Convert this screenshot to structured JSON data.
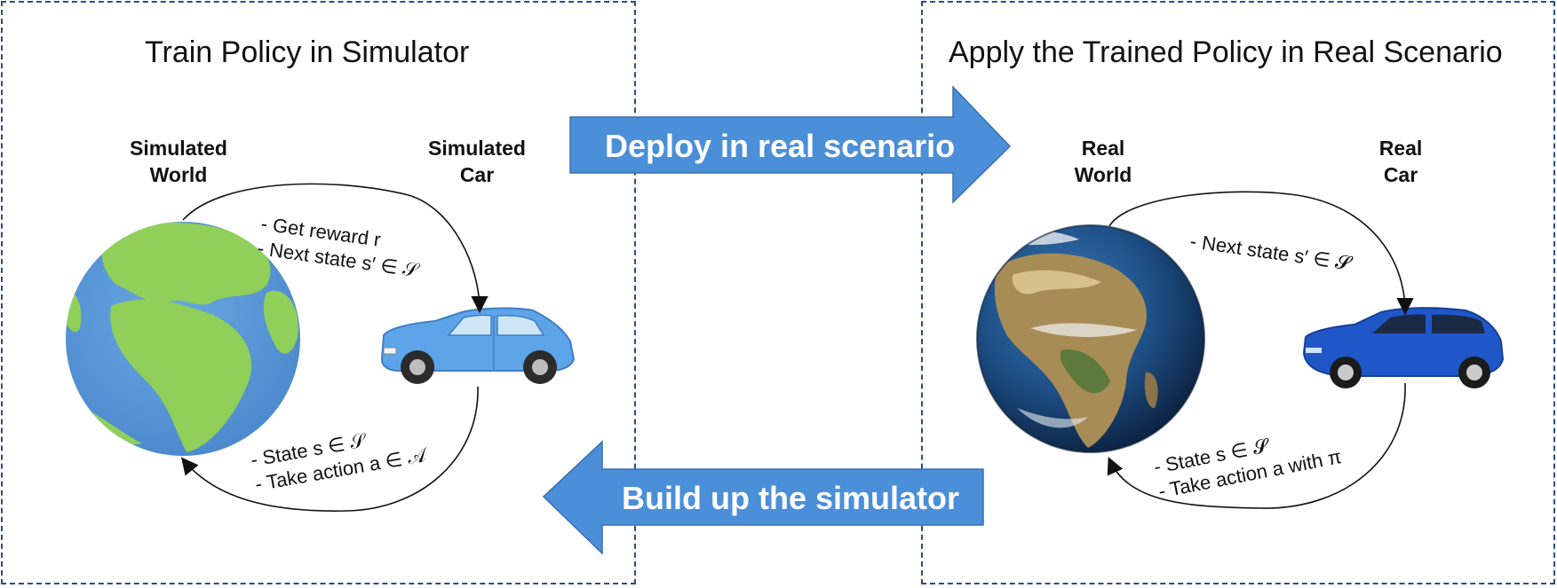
{
  "left_panel": {
    "title": "Train Policy in Simulator",
    "world_label": [
      "Simulated",
      "World"
    ],
    "car_label": [
      "Simulated",
      "Car"
    ],
    "top_note": [
      "- Get reward r",
      "- Next state s′ ∈ 𝒮"
    ],
    "bottom_note": [
      "- State s ∈ 𝒮",
      "- Take action a ∈ 𝒜"
    ]
  },
  "right_panel": {
    "title": "Apply the Trained Policy in Real Scenario",
    "world_label": [
      "Real",
      "World"
    ],
    "car_label": [
      "Real",
      "Car"
    ],
    "top_note": [
      "- Next state s′ ∈ 𝓢"
    ],
    "bottom_note": [
      "- State s ∈ 𝓢",
      "- Take action a with π"
    ]
  },
  "arrows": {
    "deploy": "Deploy in real scenario",
    "build": "Build up the simulator"
  },
  "colors": {
    "border": "#2b4d86",
    "arrow_fill": "#4a8fd8",
    "sim_ocean": "#5b9bd9",
    "sim_land": "#8fcf5a",
    "sim_car": "#5da4e8",
    "real_car": "#1f57c9"
  }
}
